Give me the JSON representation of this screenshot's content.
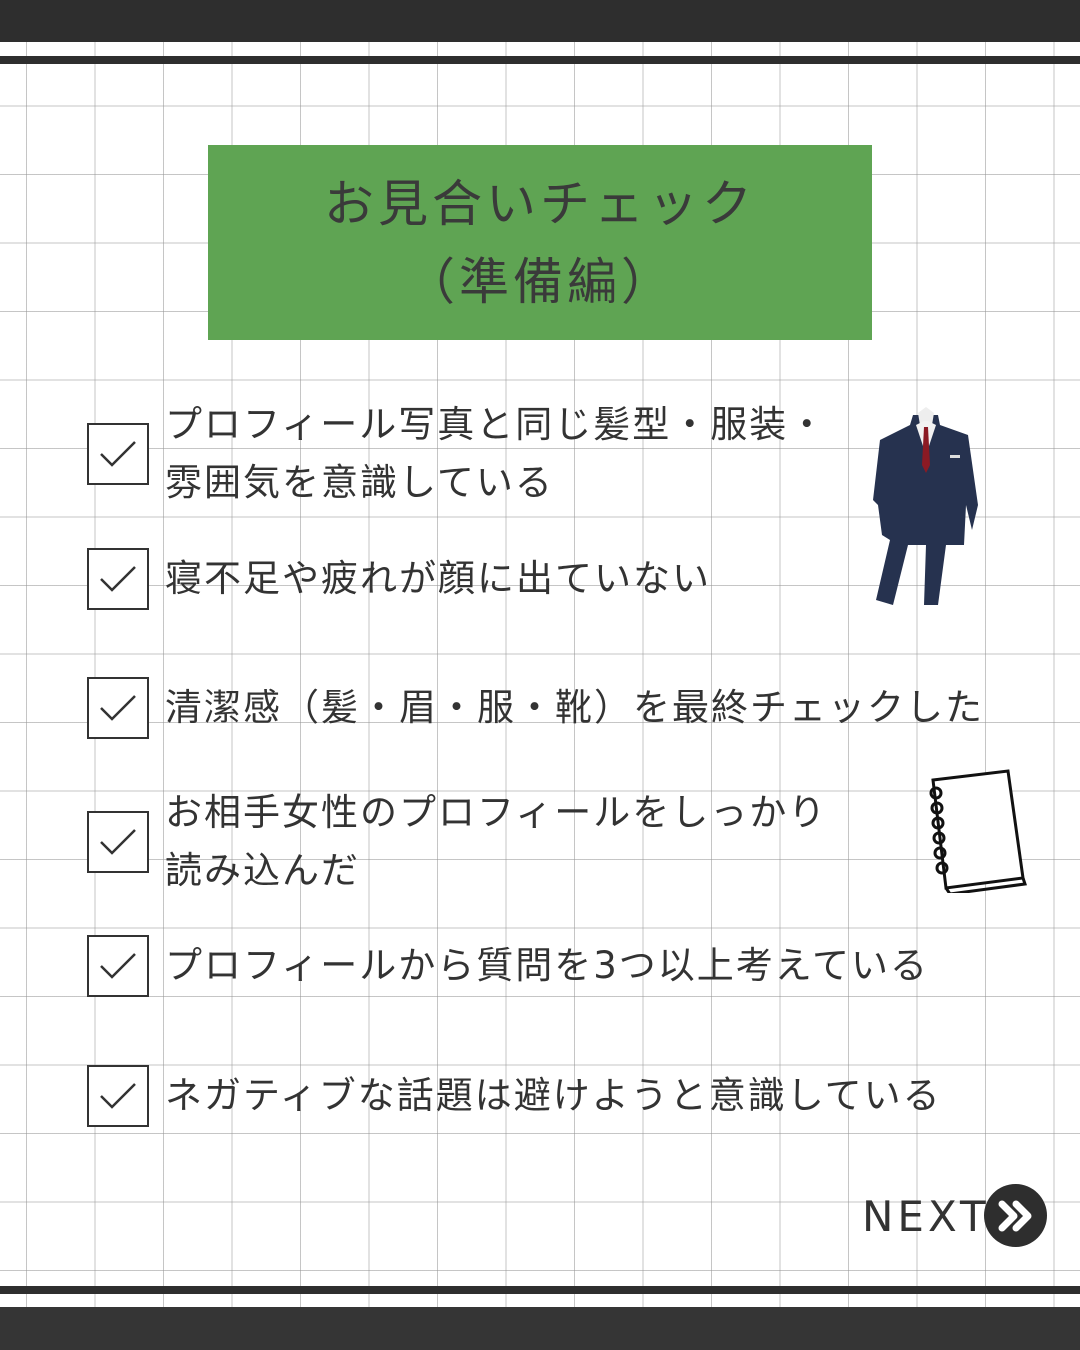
{
  "title": {
    "line1": "お見合いチェック",
    "line2": "（準備編）"
  },
  "checklist": [
    {
      "line1": "プロフィール写真と同じ髪型・服装・",
      "line2": "雰囲気を意識している",
      "checked": true
    },
    {
      "line1": "寝不足や疲れが顔に出ていない",
      "checked": true
    },
    {
      "line1": "清潔感（髪・眉・服・靴）を最終チェックした",
      "checked": true
    },
    {
      "line1": "お相手女性のプロフィールをしっかり",
      "line2": "読み込んだ",
      "checked": true
    },
    {
      "line1": " プロフィールから質問を3つ以上考えている",
      "checked": true
    },
    {
      "line1": "ネガティブな話題は避けようと意識している",
      "checked": true
    }
  ],
  "next": {
    "label": "NEXT",
    "icon": "double-chevron-right-icon"
  },
  "colors": {
    "accent": "#5fa453",
    "dark": "#2e2e2e"
  }
}
